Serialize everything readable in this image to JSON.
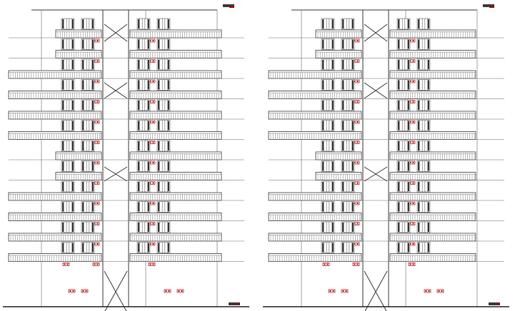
{
  "drawing": {
    "kind": "building-front-elevation",
    "sheet_count": 2,
    "floors_per_elevation": 12,
    "colors": {
      "line": "#3a3a3a",
      "background": "#ffffff",
      "marker": "#b00000"
    }
  }
}
